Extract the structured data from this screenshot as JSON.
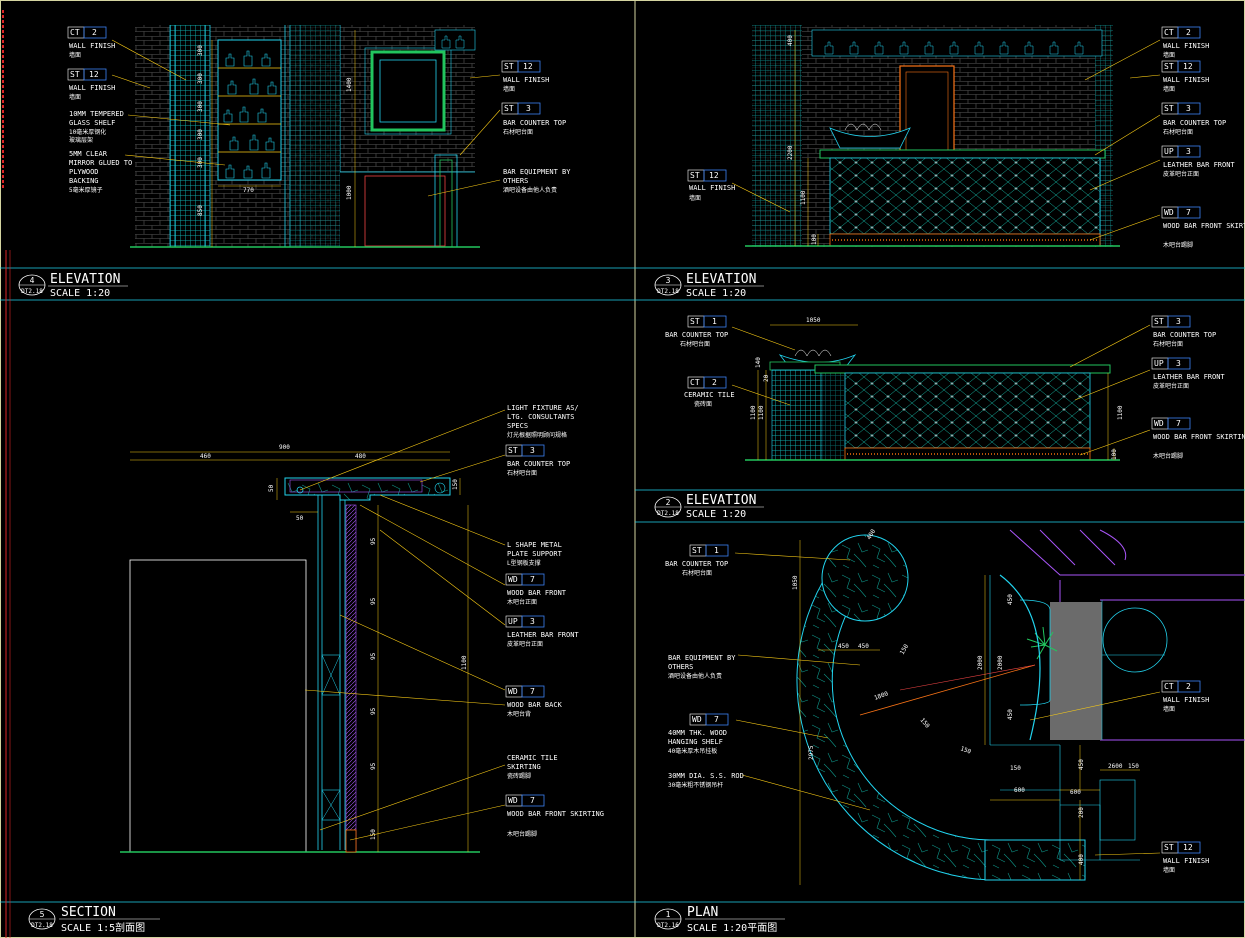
{
  "panels": {
    "p4": {
      "num": "4",
      "sheet": "DT2.18",
      "title": "ELEVATION",
      "scale": "SCALE 1:20"
    },
    "p3": {
      "num": "3",
      "sheet": "DT2.18",
      "title": "ELEVATION",
      "scale": "SCALE 1:20"
    },
    "p2": {
      "num": "2",
      "sheet": "DT2.18",
      "title": "ELEVATION",
      "scale": "SCALE 1:20"
    },
    "p5": {
      "num": "5",
      "sheet": "DT2.18",
      "title": "SECTION",
      "scale": "SCALE 1:5剖面图"
    },
    "p1": {
      "num": "1",
      "sheet": "DT2.16",
      "title": "PLAN",
      "scale": "SCALE 1:20平面图"
    }
  },
  "notes": {
    "p4": {
      "ct2": {
        "code": "CT",
        "num": "2",
        "l1": "WALL FINISH",
        "cn": "墙面"
      },
      "st12": {
        "code": "ST",
        "num": "12",
        "l1": "WALL FINISH",
        "cn": "墙面"
      },
      "shelf": {
        "l1": "10MM TEMPERED",
        "l2": "GLASS SHELF",
        "cn1": "10毫米厚钢化",
        "cn2": "玻璃层架"
      },
      "mirror": {
        "l1": "5MM CLEAR",
        "l2": "MIRROR GLUED TO",
        "l3": "PLYWOOD",
        "l4": "BACKING",
        "cn": "5毫米厚镜子"
      },
      "st12r": {
        "code": "ST",
        "num": "12",
        "l1": "WALL FINISH",
        "cn": "墙面"
      },
      "st3": {
        "code": "ST",
        "num": "3",
        "l1": "BAR COUNTER TOP",
        "cn": "石材吧台面"
      },
      "equip": {
        "l1": "BAR EQUIPMENT BY",
        "l2": "OTHERS",
        "cn": "酒吧设备由他人负责"
      }
    },
    "p3": {
      "ct2": {
        "code": "CT",
        "num": "2",
        "l1": "WALL FINISH",
        "cn": "墙面"
      },
      "st12": {
        "code": "ST",
        "num": "12",
        "l1": "WALL FINISH",
        "cn": "墙面"
      },
      "st3": {
        "code": "ST",
        "num": "3",
        "l1": "BAR COUNTER TOP",
        "cn": "石材吧台面"
      },
      "up3": {
        "code": "UP",
        "num": "3",
        "l1": "LEATHER BAR FRONT",
        "cn": "皮革吧台正面"
      },
      "wd7": {
        "code": "WD",
        "num": "7",
        "l1": "WOOD BAR FRONT SKIRTING",
        "cn": "木吧台踢脚"
      },
      "st12l": {
        "code": "ST",
        "num": "12",
        "l1": "WALL FINISH",
        "cn": "墙面"
      }
    },
    "p2": {
      "st1": {
        "code": "ST",
        "num": "1",
        "l1": "BAR COUNTER TOP",
        "cn": "石材吧台面"
      },
      "ct2": {
        "code": "CT",
        "num": "2",
        "l1": "CERAMIC TILE",
        "cn": "瓷砖面"
      },
      "st3": {
        "code": "ST",
        "num": "3",
        "l1": "BAR COUNTER TOP",
        "cn": "石材吧台面"
      },
      "up3": {
        "code": "UP",
        "num": "3",
        "l1": "LEATHER BAR FRONT",
        "cn": "皮革吧台正面"
      },
      "wd7": {
        "code": "WD",
        "num": "7",
        "l1": "WOOD BAR FRONT SKIRTING",
        "cn": "木吧台踢脚"
      }
    },
    "p5": {
      "light": {
        "l1": "LIGHT FIXTURE AS/",
        "l2": "LTG. CONSULTANTS",
        "l3": "SPECS",
        "cn": "灯光根据照明顾问规格"
      },
      "st3": {
        "code": "ST",
        "num": "3",
        "l1": "BAR COUNTER TOP",
        "cn": "石材吧台面"
      },
      "lshape": {
        "l1": "L SHAPE METAL",
        "l2": "PLATE SUPPORT",
        "cn": "L型钢板支撑"
      },
      "wd7a": {
        "code": "WD",
        "num": "7",
        "l1": "WOOD BAR FRONT",
        "cn": "木吧台正面"
      },
      "up3": {
        "code": "UP",
        "num": "3",
        "l1": "LEATHER BAR FRONT",
        "cn": "皮革吧台正面"
      },
      "wd7b": {
        "code": "WD",
        "num": "7",
        "l1": "WOOD BAR BACK",
        "cn": "木吧台背"
      },
      "tile": {
        "l1": "CERAMIC TILE",
        "l2": "SKIRTING",
        "cn": "瓷砖踢脚"
      },
      "wd7c": {
        "code": "WD",
        "num": "7",
        "l1": "WOOD BAR FRONT SKIRTING",
        "cn": "木吧台踢脚"
      }
    },
    "p1": {
      "st1": {
        "code": "ST",
        "num": "1",
        "l1": "BAR COUNTER TOP",
        "cn": "石材吧台面"
      },
      "equip": {
        "l1": "BAR EQUIPMENT BY",
        "l2": "OTHERS",
        "cn": "酒吧设备由他人负责"
      },
      "wd7": {
        "code": "WD",
        "num": "7",
        "l1": "40MM THK. WOOD",
        "l2": "HANGING SHELF",
        "cn": "40毫米厚木吊挂板"
      },
      "rod": {
        "l1": "30MM DIA. S.S. ROD",
        "cn": "30毫米粗不锈钢吊杆"
      },
      "ct2": {
        "code": "CT",
        "num": "2",
        "l1": "WALL FINISH",
        "cn": "墙面"
      },
      "st12": {
        "code": "ST",
        "num": "12",
        "l1": "WALL FINISH",
        "cn": "墙面"
      }
    }
  },
  "dims": {
    "p4": {
      "d1": "300",
      "d2": "300",
      "d3": "300",
      "d4": "300",
      "d5": "300",
      "d6": "850",
      "w1": "770",
      "h1": "1400",
      "h2": "1000"
    },
    "p3": {
      "d1": "400",
      "d2": "2200",
      "d3": "1100",
      "d4": "100"
    },
    "p2": {
      "d1": "1050",
      "d2": "1100",
      "d3": "1100",
      "d4": "100",
      "d5": "140",
      "d6": "20"
    },
    "p5": {
      "d1": "900",
      "d2": "460",
      "d3": "480",
      "d4": "50",
      "d5": "50",
      "d6": "150",
      "d7": "1100",
      "d8": "150",
      "s1": "95",
      "s2": "95",
      "s3": "95",
      "s4": "95",
      "s5": "95"
    },
    "p1": {
      "d1": "1050",
      "d2": "1800",
      "d3": "2975",
      "d4": "2000",
      "d5": "600",
      "d6": "600",
      "d7": "450",
      "d8": "2600",
      "d9": "150",
      "d10": "200",
      "d11": "400",
      "d12": "150"
    }
  }
}
